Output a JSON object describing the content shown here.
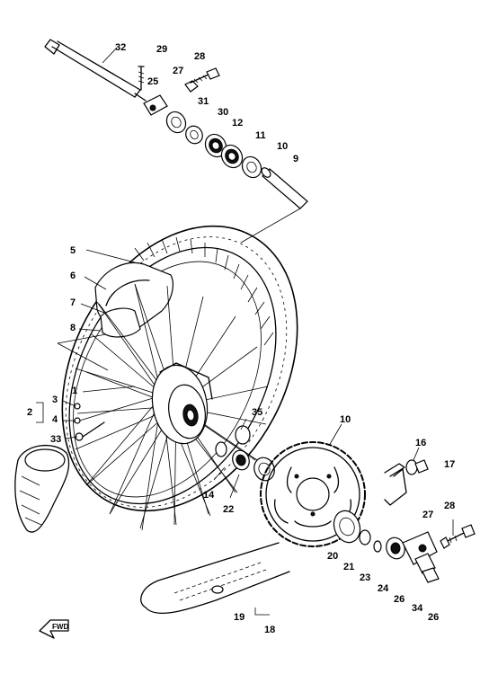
{
  "diagram": {
    "callouts": {
      "c1": "1",
      "c2": "2",
      "c3": "3",
      "c4": "4",
      "c5": "5",
      "c6": "6",
      "c7": "7",
      "c8": "8",
      "c9": "9",
      "c10a": "10",
      "c10b": "10",
      "c11": "11",
      "c12": "12",
      "c14": "14",
      "c16": "16",
      "c17": "17",
      "c18": "18",
      "c19": "19",
      "c20": "20",
      "c21": "21",
      "c22": "22",
      "c23": "23",
      "c24": "24",
      "c25": "25",
      "c26a": "26",
      "c26b": "26",
      "c27a": "27",
      "c27b": "27",
      "c28a": "28",
      "c28b": "28",
      "c29": "29",
      "c30": "30",
      "c31": "31",
      "c32": "32",
      "c33": "33",
      "c34": "34",
      "c35": "35"
    },
    "direction_arrow_text": "FWD"
  }
}
